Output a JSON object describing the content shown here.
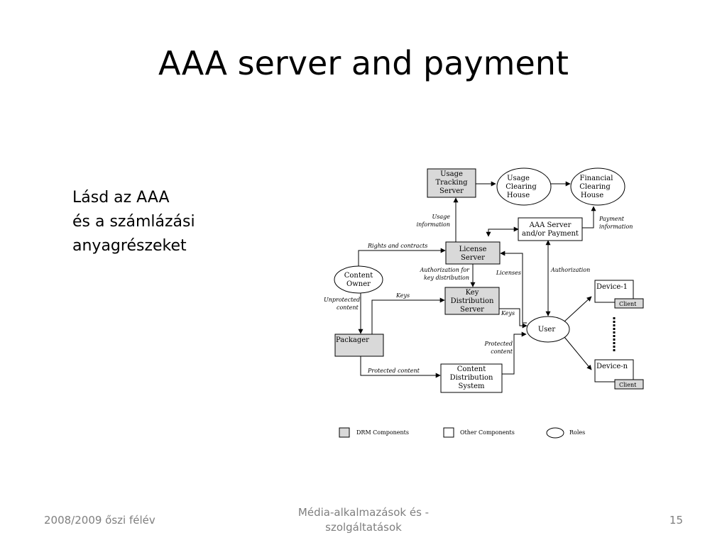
{
  "slide": {
    "title": "AAA server and payment",
    "bullet_lines": [
      "Lásd az AAA",
      "és a számlázási",
      "anyagrészeket"
    ],
    "footer_left": "2008/2009 őszi félév",
    "footer_center_lines": [
      "Média-alkalmazások és -",
      "szolgáltatások"
    ],
    "page_number": "15"
  },
  "diagram": {
    "nodes": {
      "usage_tracking": [
        "Usage",
        "Tracking",
        "Server"
      ],
      "usage_clearing": [
        "Usage",
        "Clearing",
        "House"
      ],
      "financial_clearing": [
        "Financial",
        "Clearing",
        "House"
      ],
      "aaa_server": [
        "AAA Server",
        "and/or Payment"
      ],
      "license_server": [
        "License",
        "Server"
      ],
      "content_owner": [
        "Content",
        "Owner"
      ],
      "key_distribution": [
        "Key",
        "Distribution",
        "Server"
      ],
      "packager": "Packager",
      "content_distribution": [
        "Content",
        "Distribution",
        "System"
      ],
      "user": "User",
      "device_1": "Device-1",
      "device_n": "Device-n",
      "client_1": "Client",
      "client_n": "Client"
    },
    "edge_labels": {
      "usage_information": [
        "Usage",
        "information"
      ],
      "payment_information": [
        "Payment",
        "information"
      ],
      "rights_and_contracts": "Rights and contracts",
      "authorization_for_key": [
        "Authorization for",
        "key distribution"
      ],
      "licenses": "Licenses",
      "authorization": "Authorization",
      "unprotected_content": [
        "Unprotected",
        "content"
      ],
      "keys_top": "Keys",
      "keys_side": "Keys",
      "protected_content_right": [
        "Protected",
        "content"
      ],
      "protected_content_bottom": "Protected content"
    },
    "legend": {
      "drm": "DRM Components",
      "other": "Other Components",
      "roles": "Roles"
    },
    "colors": {
      "drm_fill": "#d9d9d9",
      "line": "#000000"
    }
  }
}
